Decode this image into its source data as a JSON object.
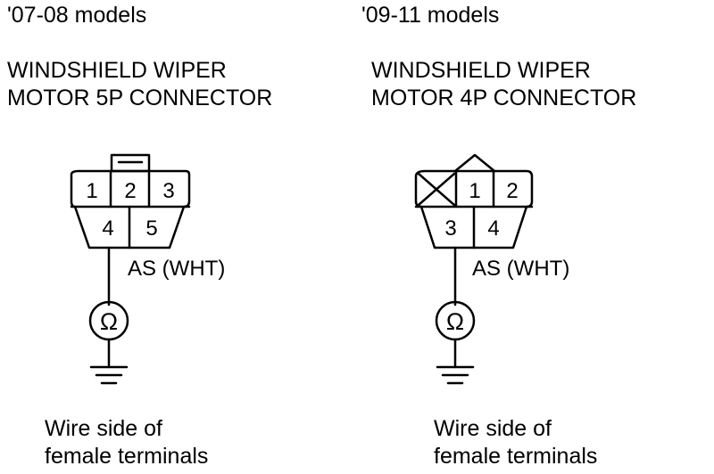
{
  "left": {
    "model": "'07-08 models",
    "title_line1": "WINDSHIELD WIPER",
    "title_line2": "MOTOR 5P CONNECTOR",
    "terminals": [
      "1",
      "2",
      "3",
      "4",
      "5"
    ],
    "wire_label": "AS (WHT)",
    "meter_symbol": "Ω",
    "caption_line1": "Wire side of",
    "caption_line2": "female terminals"
  },
  "right": {
    "model": "'09-11 models",
    "title_line1": "WINDSHIELD WIPER",
    "title_line2": "MOTOR 4P CONNECTOR",
    "terminals": [
      "1",
      "2",
      "3",
      "4"
    ],
    "wire_label": "AS (WHT)",
    "meter_symbol": "Ω",
    "caption_line1": "Wire side of",
    "caption_line2": "female terminals"
  }
}
